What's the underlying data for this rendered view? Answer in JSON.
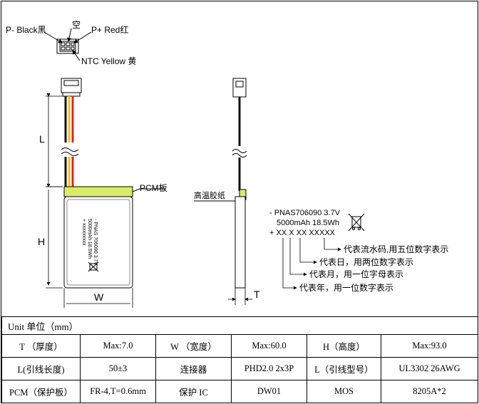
{
  "connector_labels": {
    "p_minus": "P- Black黑",
    "empty": "空",
    "p_plus": "P+ Red红",
    "ntc": "NTC Yellow 黄"
  },
  "dimensions": {
    "L": "L",
    "H": "H",
    "W": "W",
    "T": "T"
  },
  "callouts": {
    "pcm": "PCM板",
    "tape": "高温胶纸"
  },
  "cell_print": [
    "- PNAS 706090 3.7V",
    "5000mAh 18.5Wh",
    "+ xxxxxxxxx"
  ],
  "label_code": {
    "model": "- PNAS706090 3.7V",
    "capacity": "5000mAh  18.5Wh",
    "code": "+ XX X XX XXXXX"
  },
  "code_legend": [
    "代表流水码,用五位数字表示",
    "代表日，用两位数字表示",
    "代表月，用一位字母表示",
    "代表年，用一位数字表示"
  ],
  "spec_table": {
    "header": "Unit 单位（mm）",
    "rows": [
      [
        "T （厚度）",
        "Max:7.0",
        "W （宽度）",
        "Max:60.0",
        "H（高度）",
        "Max:93.0"
      ],
      [
        "L(引线长度)",
        "50±3",
        "连接器",
        "PHD2.0 2x3P",
        "L（引线型号）",
        "UL3302 26AWG"
      ],
      [
        "PCM（保护板）",
        "FR-4,T=0.6mm",
        "保护 IC",
        "DW01",
        "MOS",
        "8205A*2"
      ]
    ]
  },
  "colors": {
    "wire_red": "#e8201c",
    "wire_black": "#111111",
    "wire_yellow": "#f2c21a",
    "pcm_fill": "#d8ec6a"
  }
}
